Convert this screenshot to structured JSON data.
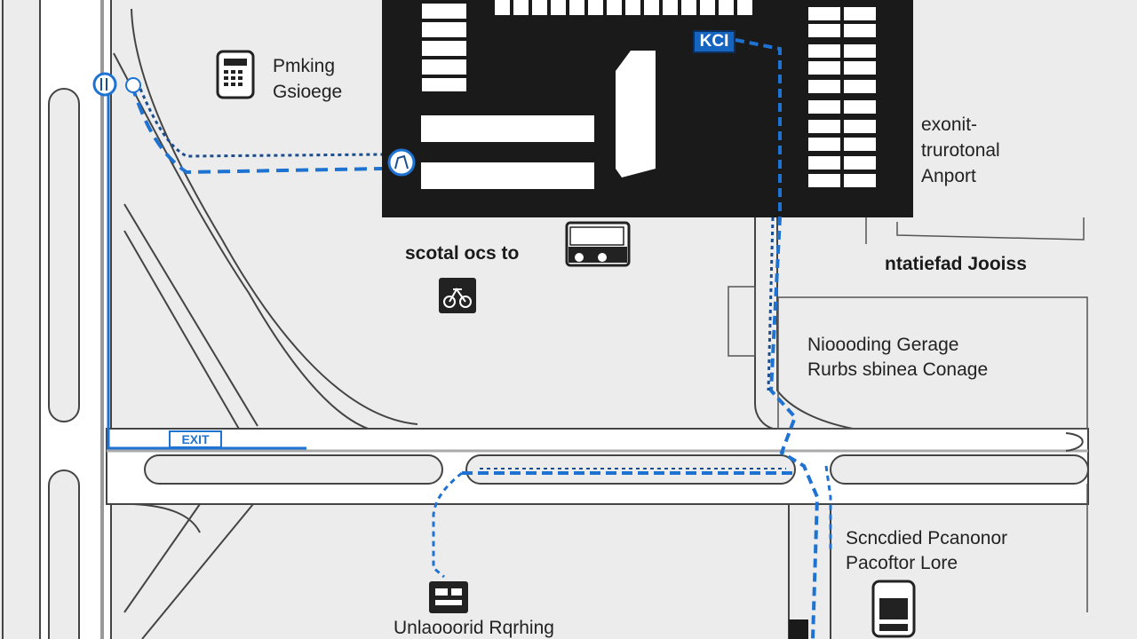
{
  "map": {
    "terminal_badge": "KCI",
    "labels": {
      "parking_garage_line1": "Pmking",
      "parking_garage_line2": "Gsioege",
      "airport_line1": "exonit-",
      "airport_line2": "trurotonal",
      "airport_line3": "Anport",
      "shuttle_stop": "scotal ocs to",
      "national_lot": "ntatiefad Jooiss",
      "moving_garage_line1": "Nioooding Gerage",
      "moving_garage_line2": "Rurbs sbinea Conage",
      "standard_parking_line1": "Scncdied Pcanonor",
      "standard_parking_line2": "Pacoftor Lore",
      "uncovered_parking": "Unlaooorid Rqrhing"
    },
    "icons": {
      "parking_garage": "parking-meter-icon",
      "shuttle": "shuttle-bus-icon",
      "bicycle": "bicycle-icon",
      "accessible": "wheelchair-icon",
      "parking_lot": "parking-lot-icon",
      "parking_terminal": "parking-kiosk-icon",
      "route_marker": "route-marker-icon",
      "road_sign": "road-sign-icon"
    },
    "colors": {
      "background": "#ececec",
      "road_fill": "#ffffff",
      "road_outline": "#444444",
      "terminal": "#1a1a1a",
      "route_blue": "#1e73d2",
      "route_dark": "#1b4e8f"
    }
  }
}
